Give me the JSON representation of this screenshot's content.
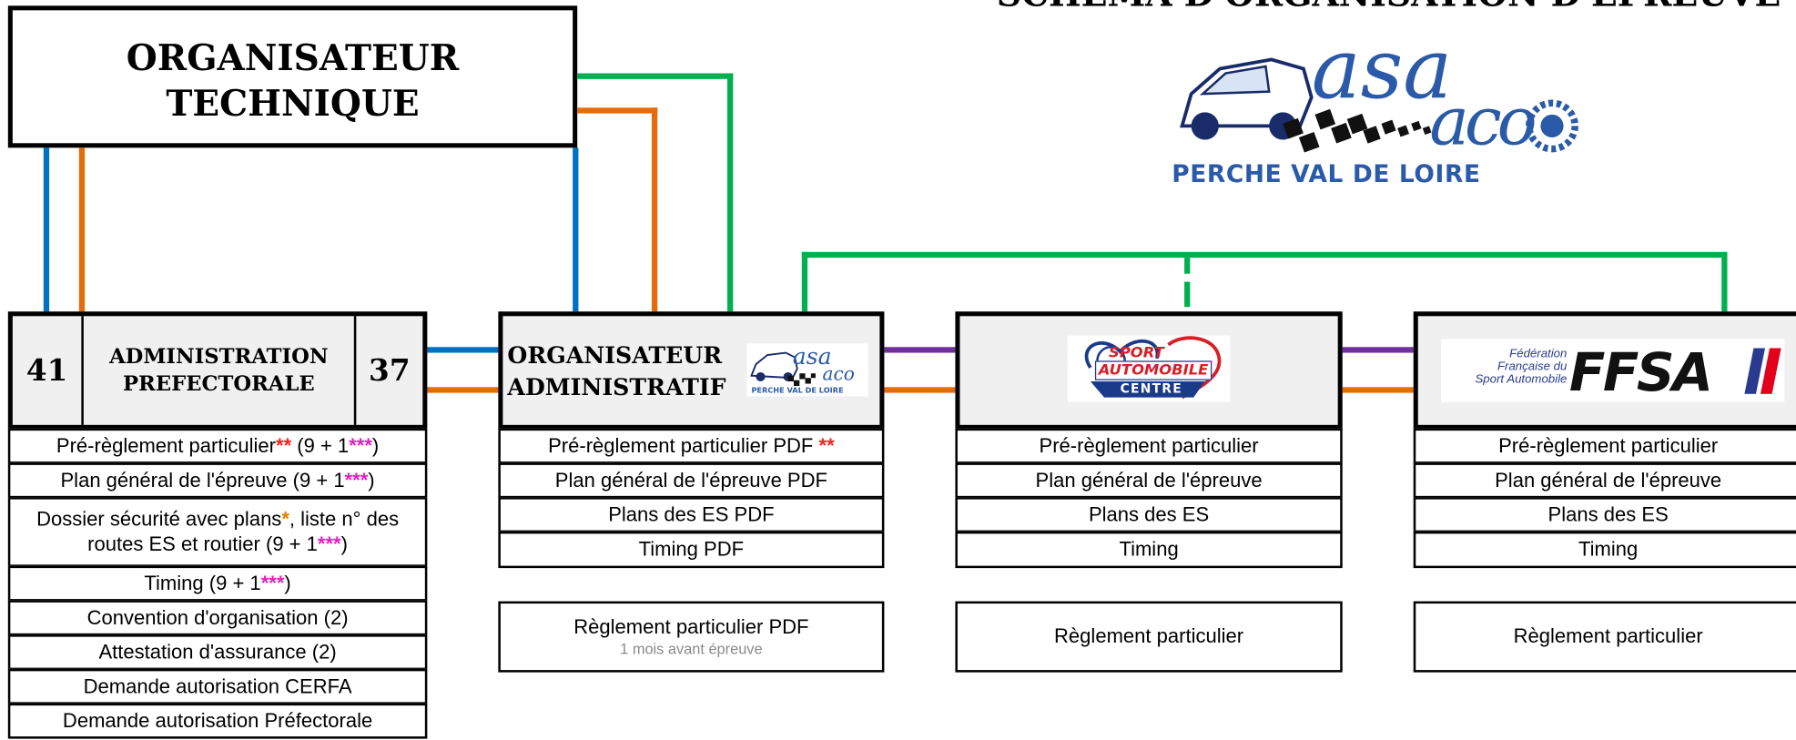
{
  "header": {
    "title": "SCHÉMA D'ORGANISATION D'ÉPREUVE",
    "logo_text": "asa",
    "logo_text2": "aco",
    "logo_sub": "PERCHE VAL DE LOIRE"
  },
  "organisateur_technique": {
    "line1": "ORGANISATEUR",
    "line2": "TECHNIQUE"
  },
  "prefecture": {
    "left_num": "41",
    "right_num": "37",
    "line1": "ADMINISTRATION",
    "line2": "PREFECTORALE",
    "rows": [
      {
        "text": "Pré-règlement particulier",
        "mark1": "**",
        "mid": " (9 + 1",
        "mark2": "***",
        "end": ")"
      },
      {
        "text": "Plan général de l'épreuve  (9 + 1",
        "mark2": "***",
        "end": ")"
      },
      {
        "text": "Dossier sécurité avec plans",
        "mark_org": "*",
        "mid": ", liste n° des routes ES et routier (9 + 1",
        "mark2": "***",
        "end": ")"
      },
      {
        "text": "Timing  (9 + 1",
        "mark2": "***",
        "end": ")"
      },
      {
        "text": "Convention d'organisation  (2)"
      },
      {
        "text": "Attestation d'assurance  (2)"
      },
      {
        "text": "Demande autorisation CERFA"
      },
      {
        "text": "Demande autorisation Préfectorale"
      }
    ]
  },
  "organisateur_admin": {
    "line1": "ORGANISATEUR",
    "line2": "ADMINISTRATIF",
    "logo_text": "asa aco",
    "logo_sub": "PERCHE VAL DE LOIRE",
    "rows": [
      {
        "text": "Pré-règlement particulier  PDF",
        "mark": "**"
      },
      {
        "text": "Plan général de l'épreuve  PDF"
      },
      {
        "text": "Plans des ES  PDF"
      },
      {
        "text": "Timing  PDF"
      }
    ],
    "reglement": "Règlement particulier  PDF",
    "reglement_note": "1 mois avant épreuve"
  },
  "sport_centre": {
    "logo_line1": "SPORT",
    "logo_line2": "AUTOMOBILE",
    "logo_line3": "CENTRE",
    "rows": [
      "Pré-règlement particulier",
      "Plan général de l'épreuve",
      "Plans des ES",
      "Timing"
    ],
    "reglement": "Règlement particulier"
  },
  "ffsa": {
    "small1": "Fédération",
    "small2": "Française du",
    "small3": "Sport Automobile",
    "big": "FFSA",
    "rows": [
      "Pré-règlement particulier",
      "Plan général de l'épreuve",
      "Plans des ES",
      "Timing"
    ],
    "reglement": "Règlement particulier"
  },
  "colors": {
    "blue": "#0070c0",
    "orange": "#e46c0a",
    "green": "#00b050",
    "purple": "#7030a0",
    "ffsa_red": "#e3001b",
    "ffsa_blue": "#2a3b8f",
    "asa_blue": "#2a5aa8"
  }
}
